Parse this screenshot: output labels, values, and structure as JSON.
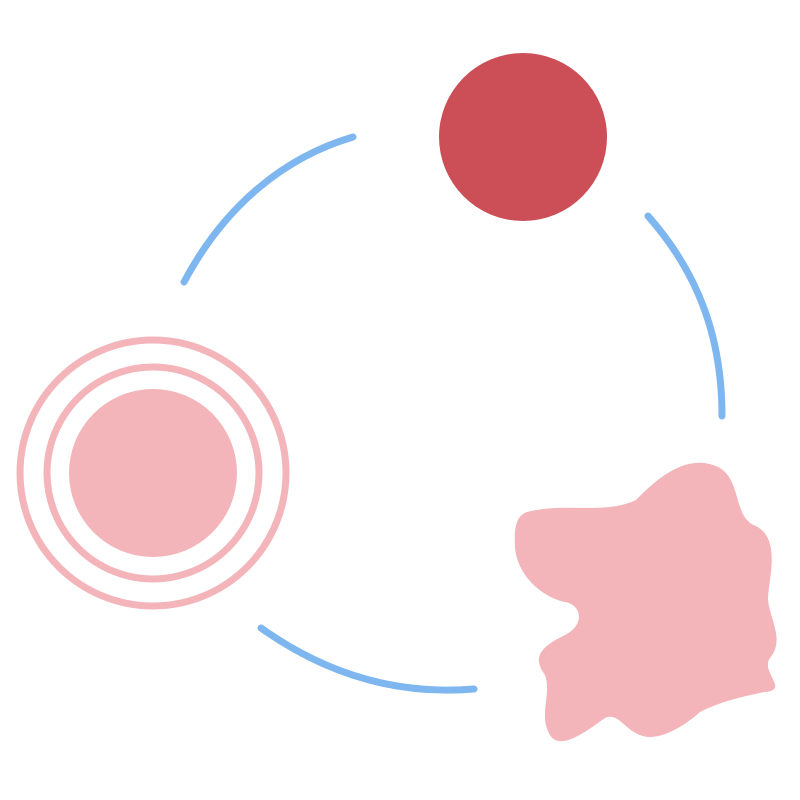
{
  "colors": {
    "background": "#ffffff",
    "cycle_arrow": "#7eb6ef",
    "dark_cell": "#cc4e56",
    "light_cell": "#f3b5ba"
  },
  "cycle": {
    "segments": 3,
    "direction": "clockwise"
  },
  "elements": [
    {
      "name": "solid-red-circle",
      "shape": "filled circle",
      "color": "#cc4e56"
    },
    {
      "name": "amorphous-pink-blob",
      "shape": "irregular blob",
      "color": "#f3b5ba"
    },
    {
      "name": "ringed-pink-circle",
      "shape": "circle with two concentric rings",
      "color": "#f3b5ba"
    }
  ]
}
